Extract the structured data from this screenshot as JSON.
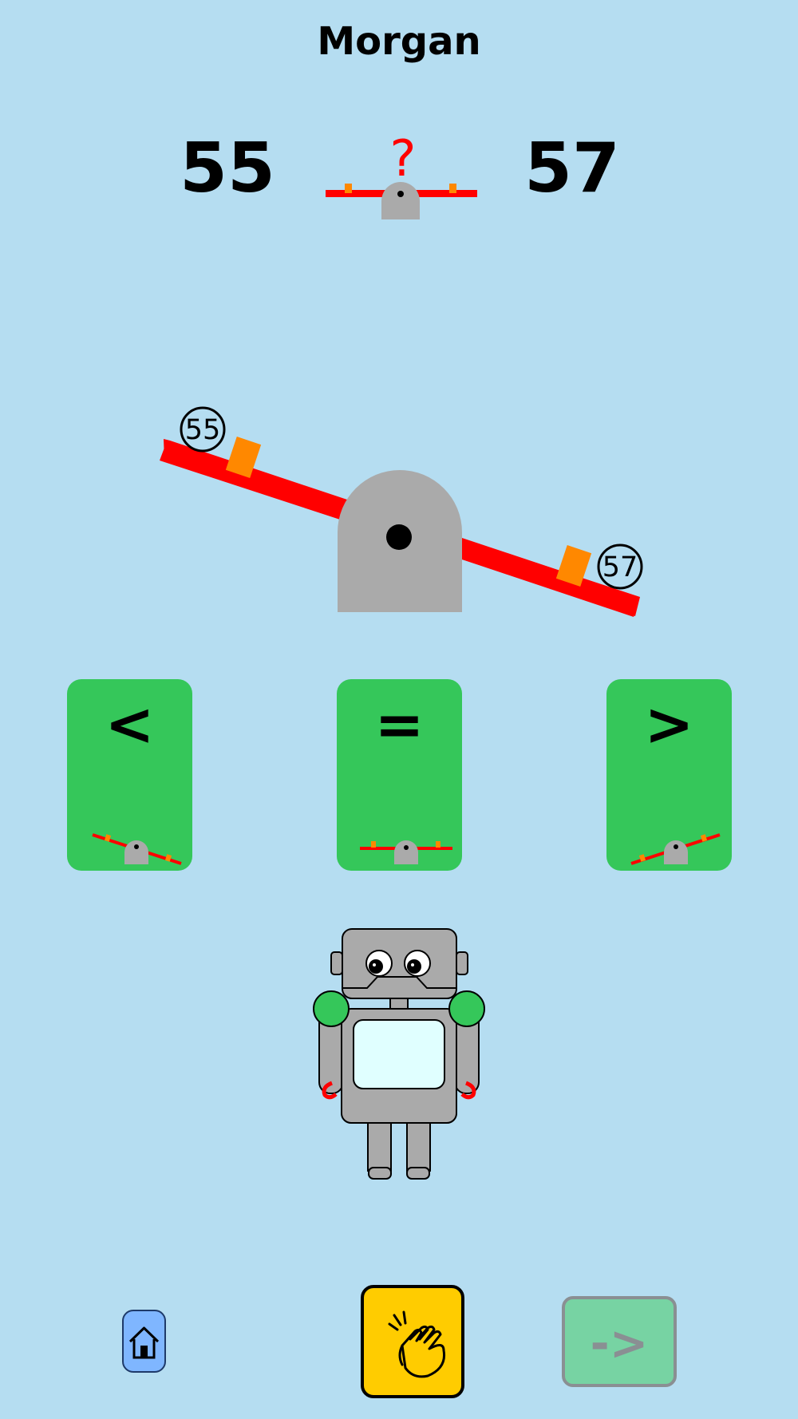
{
  "header": {
    "player_name": "Morgan"
  },
  "comparison": {
    "left_number": "55",
    "right_number": "57",
    "question_mark": "?"
  },
  "seesaw": {
    "left_label": "55",
    "right_label": "57",
    "state": "right-side-down"
  },
  "choices": [
    {
      "symbol": "<",
      "seesaw": "left-side-up"
    },
    {
      "symbol": "=",
      "seesaw": "level"
    },
    {
      "symbol": ">",
      "seesaw": "right-side-up"
    }
  ],
  "footer": {
    "home_icon": "home-icon",
    "clap_icon": "clapping-hands-icon",
    "next_label": "->"
  },
  "colors": {
    "background": "#b5ddf1",
    "beam": "#ff0000",
    "fulcrum": "#aaaaaa",
    "weight": "#ff8800",
    "choice_button": "#35c75a",
    "clap_button": "#ffcc00",
    "home_button": "#7fb6ff",
    "next_button_disabled": "#77d3a3"
  }
}
